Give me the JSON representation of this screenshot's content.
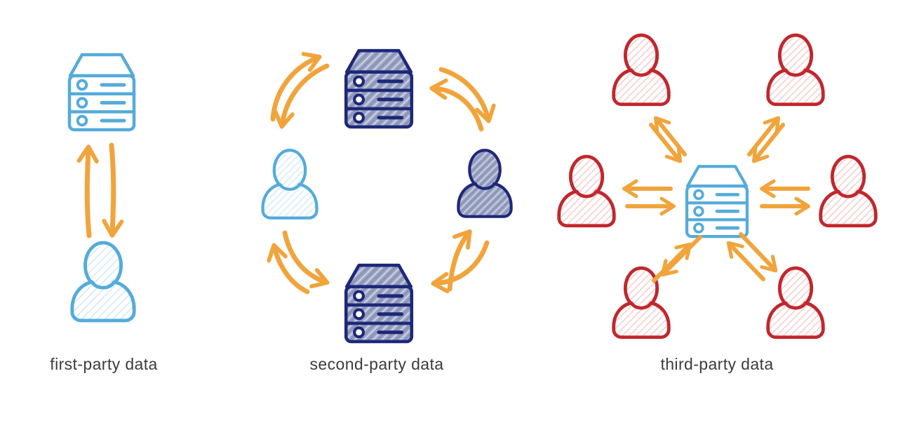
{
  "diagram": {
    "background_color": "#FFFFFF",
    "sections": [
      {
        "name": "first-party",
        "label": "first-party data",
        "nodes": [
          "light-blue server",
          "light-blue person"
        ],
        "arrows": "two-way vertical exchange between server and person"
      },
      {
        "name": "second-party",
        "label": "second-party data",
        "nodes": [
          "navy server (top)",
          "light-blue person (left)",
          "navy person (right)",
          "navy server (bottom)"
        ],
        "arrows": "circular two-way curved exchange around the ring"
      },
      {
        "name": "third-party",
        "label": "third-party data",
        "nodes": [
          "light-blue server (center)",
          "red person x6 around"
        ],
        "arrows": "two-way radial exchange between center server and each person"
      }
    ],
    "colors": {
      "light_blue": "#55ABDB",
      "navy": "#1E2878",
      "red": "#C1272D",
      "orange": "#F0A43B",
      "label_text": "#3C3C3C"
    }
  }
}
